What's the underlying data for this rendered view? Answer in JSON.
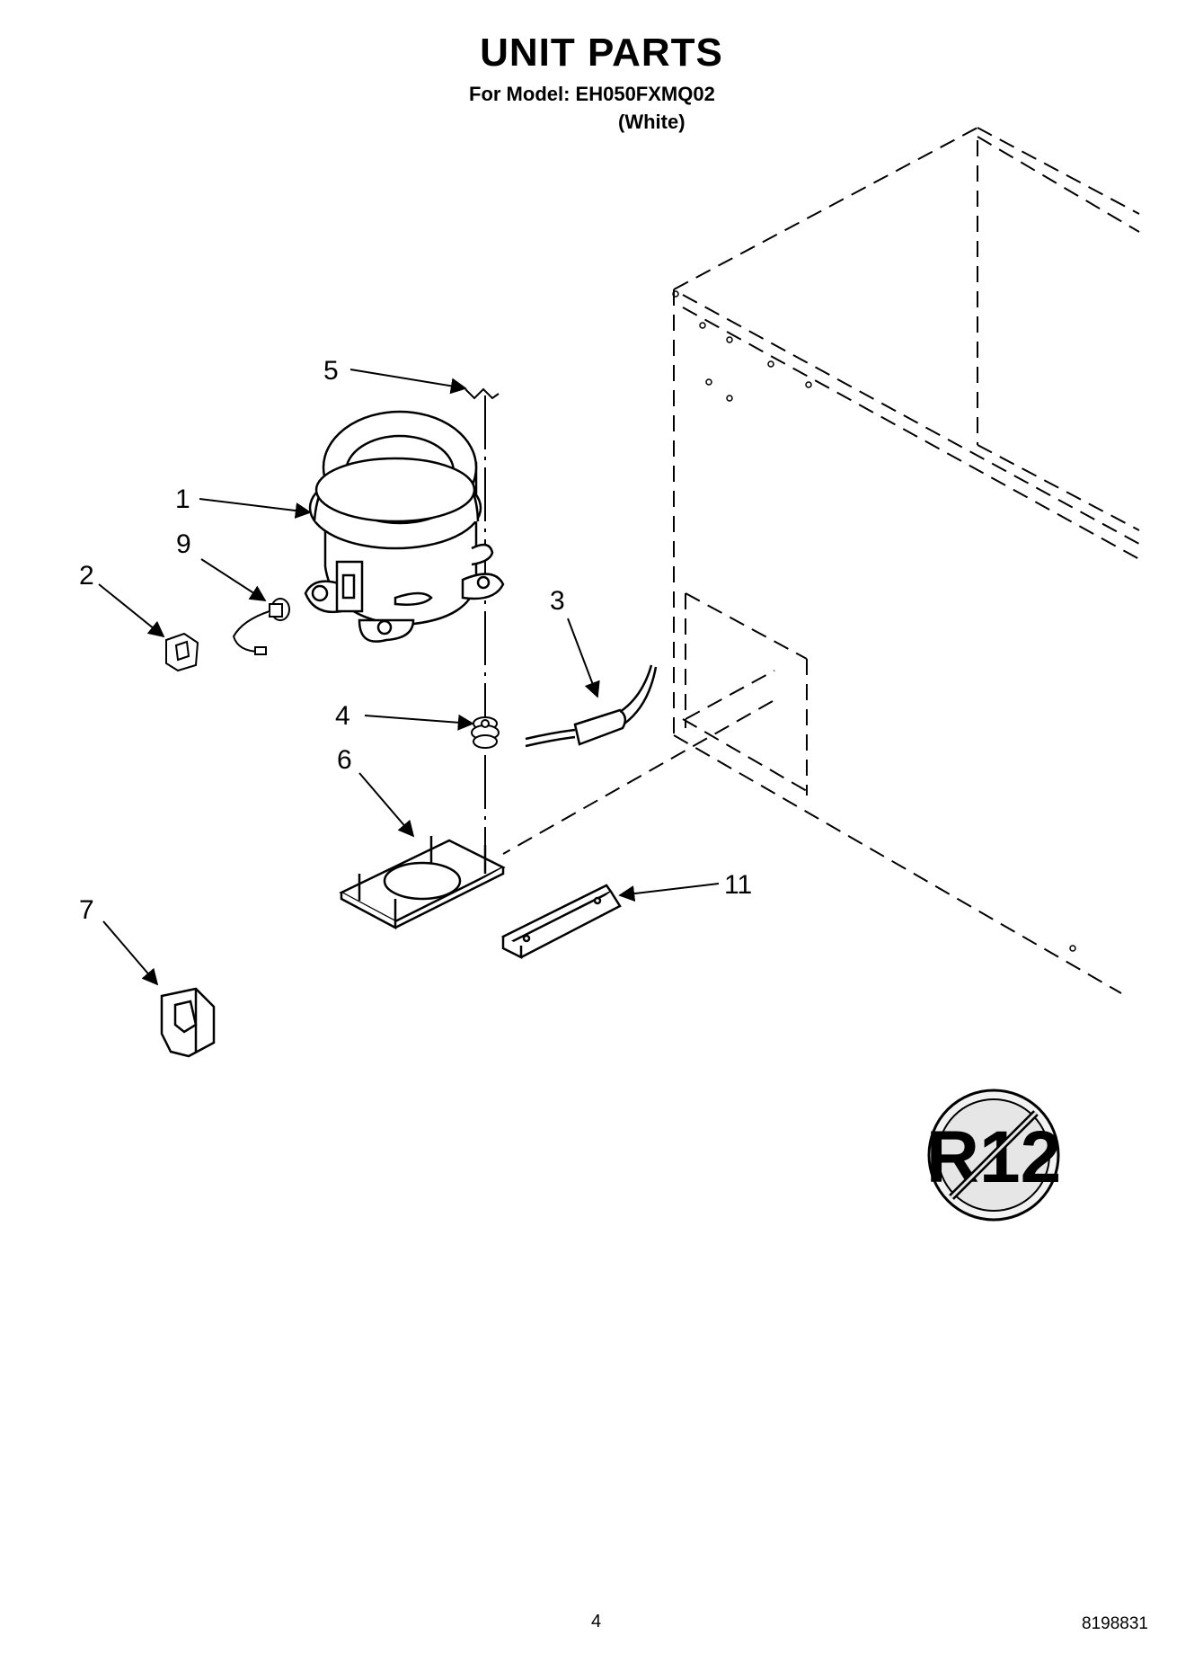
{
  "header": {
    "title": "UNIT PARTS",
    "model_line": "For Model: EH050FXMQ02",
    "color_line": "(White)"
  },
  "callouts": {
    "c1": "1",
    "c2": "2",
    "c3": "3",
    "c4": "4",
    "c5": "5",
    "c6": "6",
    "c7": "7",
    "c9": "9",
    "c11": "11"
  },
  "badge": {
    "text": "R12"
  },
  "footer": {
    "page_number": "4",
    "document_number": "8198831"
  }
}
